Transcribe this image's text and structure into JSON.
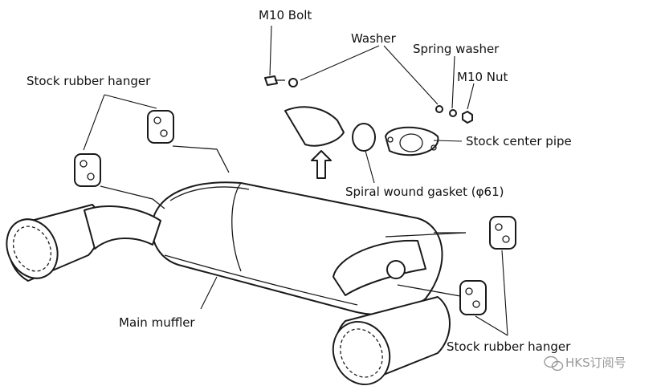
{
  "labels": {
    "m10_bolt": "M10 Bolt",
    "washer": "Washer",
    "spring_washer": "Spring washer",
    "m10_nut": "M10 Nut",
    "stock_rubber_hanger_top": "Stock rubber hanger",
    "stock_center_pipe": "Stock center pipe",
    "spiral_wound_gasket": "Spiral wound gasket (φ61)",
    "main_muffler": "Main muffler",
    "stock_rubber_hanger_bottom": "Stock rubber hanger"
  },
  "watermark": {
    "text": "HKS订阅号",
    "icon": "wechat-icon"
  },
  "colors": {
    "line": "#111111",
    "watermark": "#9a9a9a",
    "background": "#ffffff"
  }
}
